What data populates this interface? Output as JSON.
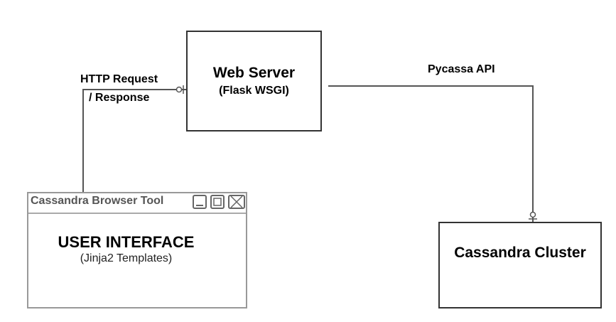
{
  "web_server": {
    "title": "Web Server",
    "subtitle": "(Flask WSGI)"
  },
  "cluster": {
    "title": "Cassandra Cluster"
  },
  "ui_window": {
    "title_bar": "Cassandra Browser Tool",
    "heading": "USER  INTERFACE",
    "subheading": "(Jinja2 Templates)",
    "buttons": [
      "minimize-icon",
      "maximize-icon",
      "close-icon"
    ]
  },
  "connectors": {
    "http_line1": "HTTP Request",
    "http_line2": "/ Response",
    "pycassa": "Pycassa  API"
  },
  "colors": {
    "line": "#555555",
    "box_border": "#333333",
    "window_border": "#999999"
  }
}
